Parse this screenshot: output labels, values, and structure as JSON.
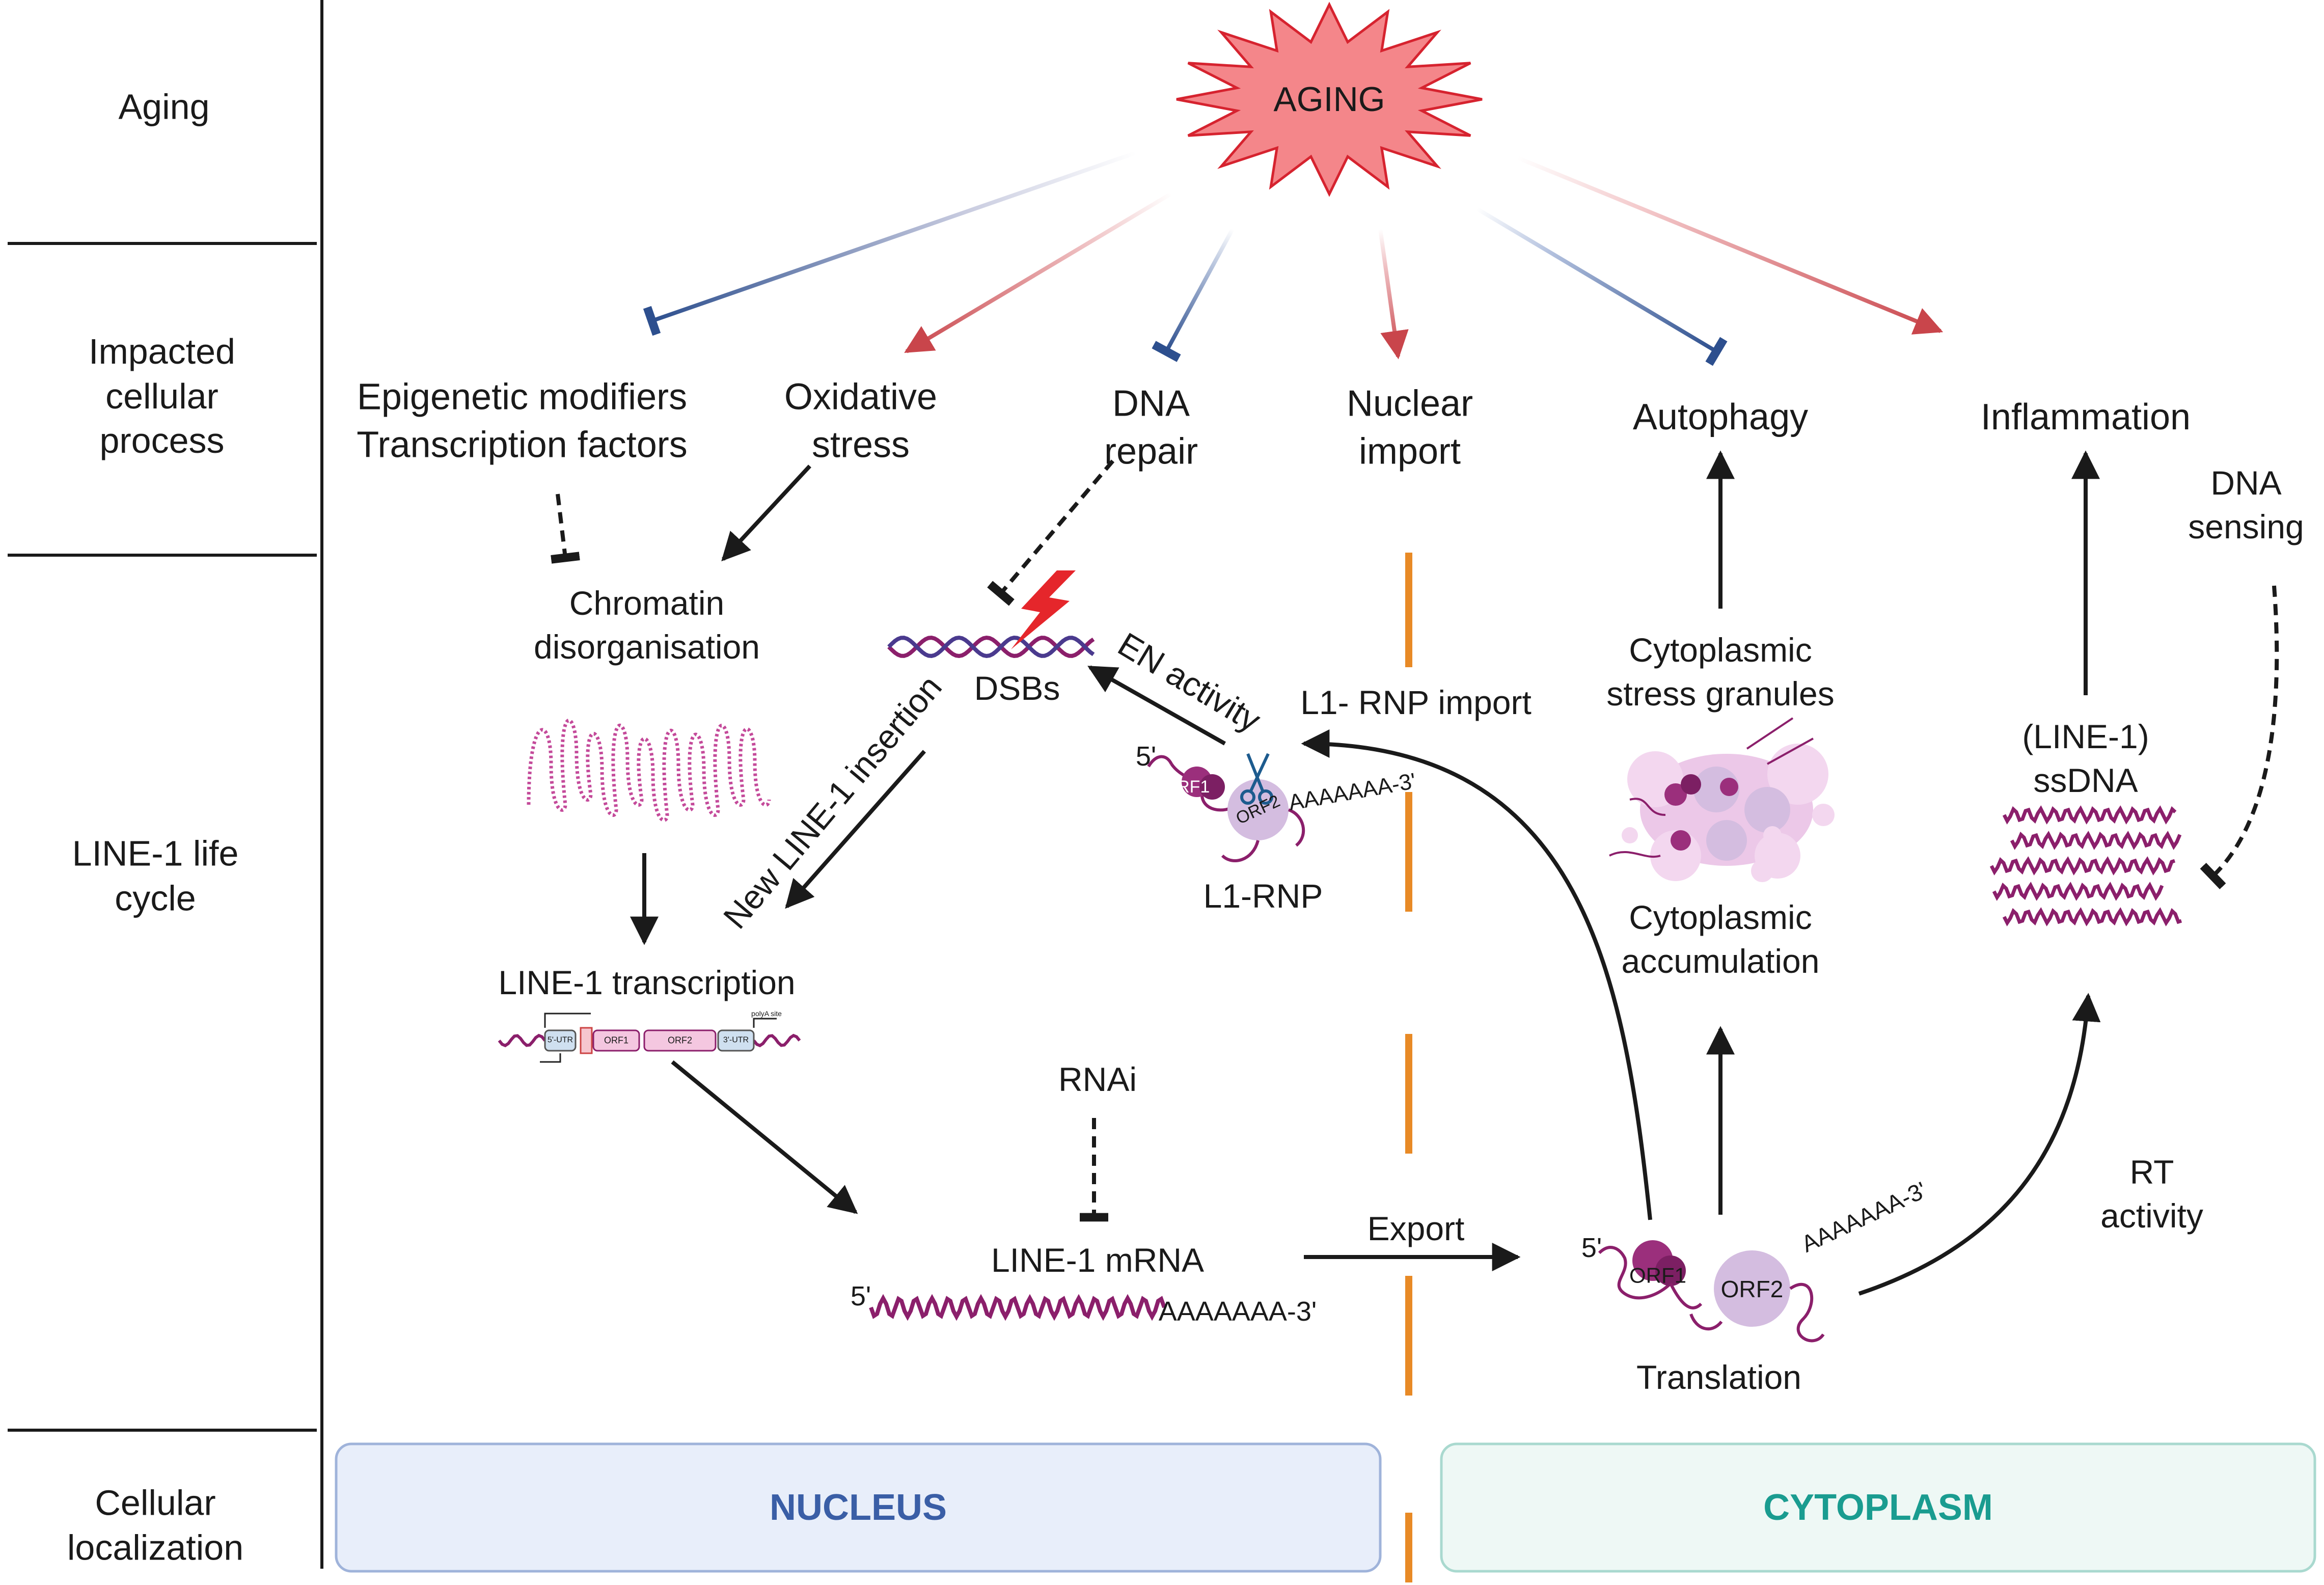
{
  "row_labels": {
    "aging": "Aging",
    "impacted": "Impacted\ncellular\nprocess",
    "lifecycle": "LINE-1 life\ncycle",
    "localization": "Cellular\nlocalization"
  },
  "aging_burst": "AGING",
  "processes": {
    "epigenetic": "Epigenetic modifiers\nTranscription factors",
    "oxidative": "Oxidative\nstress",
    "dna_repair": "DNA\nrepair",
    "nuclear_import": "Nuclear\nimport",
    "autophagy": "Autophagy",
    "inflammation": "Inflammation"
  },
  "lifecycle": {
    "chromatin": "Chromatin\ndisorganisation",
    "transcription": "LINE-1 transcription",
    "dsbs": "DSBs",
    "en_activity": "EN activity",
    "new_insertion": "New LINE-1 insertion",
    "l1_rnp": "L1-RNP",
    "l1_rnp_import": "L1- RNP import",
    "rnai": "RNAi",
    "mrna": "LINE-1 mRNA",
    "export": "Export",
    "translation": "Translation",
    "stress_granules": "Cytoplasmic\nstress granules",
    "accumulation": "Cytoplasmic\naccumulation",
    "ssdna": "(LINE-1)\nssDNA",
    "dna_sensing": "DNA\nsensing",
    "rt_activity": "RT\nactivity",
    "five_prime": "5'",
    "polya": "AAAAAAA-3'",
    "orf1": "ORF1",
    "orf2": "ORF2",
    "gene_utr5": "5'-UTR",
    "gene_utr3": "3'-UTR",
    "gene_polya": "polyA site"
  },
  "localization": {
    "nucleus": "NUCLEUS",
    "cytoplasm": "CYTOPLASM"
  },
  "colors": {
    "burst_fill": "#f4868a",
    "burst_stroke": "#d6232f",
    "activate": "#c9454b",
    "inhibit": "#2d4f8e",
    "membrane": "#e88a26",
    "rna": "#8b1f6b",
    "nucleus_text": "#3a5ea6",
    "cytoplasm_text": "#1a9c90"
  }
}
